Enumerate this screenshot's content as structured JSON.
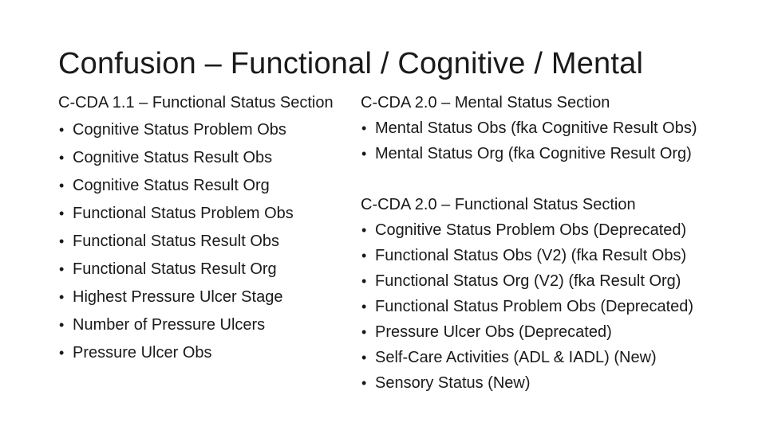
{
  "slide": {
    "title": "Confusion – Functional / Cognitive / Mental",
    "bullet_glyph": "•",
    "left": {
      "heading": "C-CDA 1.1 – Functional Status Section",
      "items": [
        "Cognitive Status Problem Obs",
        "Cognitive Status Result Obs",
        "Cognitive Status Result Org",
        "Functional Status Problem Obs",
        "Functional Status Result Obs",
        "Functional Status Result Org",
        "Highest Pressure Ulcer Stage",
        "Number of Pressure Ulcers",
        "Pressure Ulcer Obs"
      ]
    },
    "right": {
      "mental": {
        "heading": "C-CDA 2.0 – Mental Status Section",
        "items": [
          "Mental Status Obs (fka Cognitive Result Obs)",
          "Mental Status Org (fka Cognitive Result Org)"
        ]
      },
      "functional": {
        "heading": "C-CDA 2.0 – Functional Status Section",
        "items": [
          "Cognitive Status Problem Obs (Deprecated)",
          "Functional Status Obs (V2) (fka Result Obs)",
          "Functional Status Org (V2) (fka Result Org)",
          "Functional Status Problem Obs (Deprecated)",
          "Pressure Ulcer Obs (Deprecated)",
          "Self-Care Activities (ADL & IADL) (New)",
          "Sensory Status (New)"
        ]
      }
    }
  }
}
